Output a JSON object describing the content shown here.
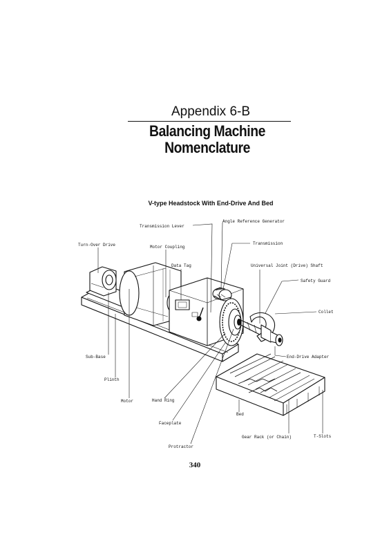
{
  "header": {
    "appendix_label": "Appendix 6-B",
    "title_line1": "Balancing Machine",
    "title_line2": "Nomenclature"
  },
  "figure": {
    "title": "V-type Headstock With End-Drive And Bed",
    "callouts": {
      "transmission_lever": "Transmission Lever",
      "angle_reference_generator": "Angle Reference Generator",
      "transmission": "Transmission",
      "turn_over_drive": "Turn-Over Drive",
      "motor_coupling": "Motor Coupling",
      "data_tag": "Data Tag",
      "universal_joint_shaft": "Universal Joint (Drive) Shaft",
      "safety_guard": "Safety Guard",
      "collet": "Collet",
      "sub_base": "Sub-Base",
      "end_drive_adapter": "End-Drive Adapter",
      "plinth": "Plinth",
      "motor": "Motor",
      "hand_ring": "Hand Ring",
      "bed": "Bed",
      "faceplate": "Faceplate",
      "gear_rack": "Gear Rack (or Chain)",
      "t_slots": "T-Slots",
      "protractor": "Protractor"
    }
  },
  "footer": {
    "page_number": "340"
  }
}
